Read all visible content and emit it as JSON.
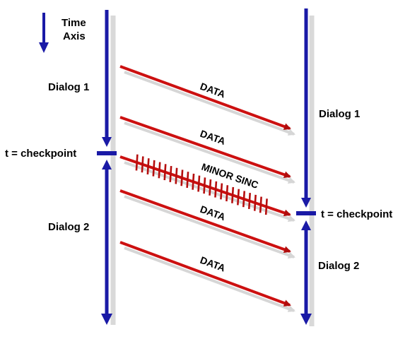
{
  "legend": {
    "line1": "Time",
    "line2": "Axis"
  },
  "left": {
    "dialog_before": "Dialog 1",
    "checkpoint": "t = checkpoint",
    "dialog_after": "Dialog 2"
  },
  "right": {
    "dialog_before": "Dialog 1",
    "checkpoint": "t = checkpoint",
    "dialog_after": "Dialog 2"
  },
  "messages": [
    {
      "label": "DATA",
      "kind": "data"
    },
    {
      "label": "DATA",
      "kind": "data"
    },
    {
      "label": "MINOR SINC",
      "kind": "sync"
    },
    {
      "label": "DATA",
      "kind": "data"
    },
    {
      "label": "DATA",
      "kind": "data"
    }
  ],
  "colors": {
    "timeline": "#1a1aa6",
    "timeline_shadow": "#d9d9d9",
    "message": "#cc1010",
    "message_shadow": "#d6d6d6",
    "text": "#000000"
  }
}
